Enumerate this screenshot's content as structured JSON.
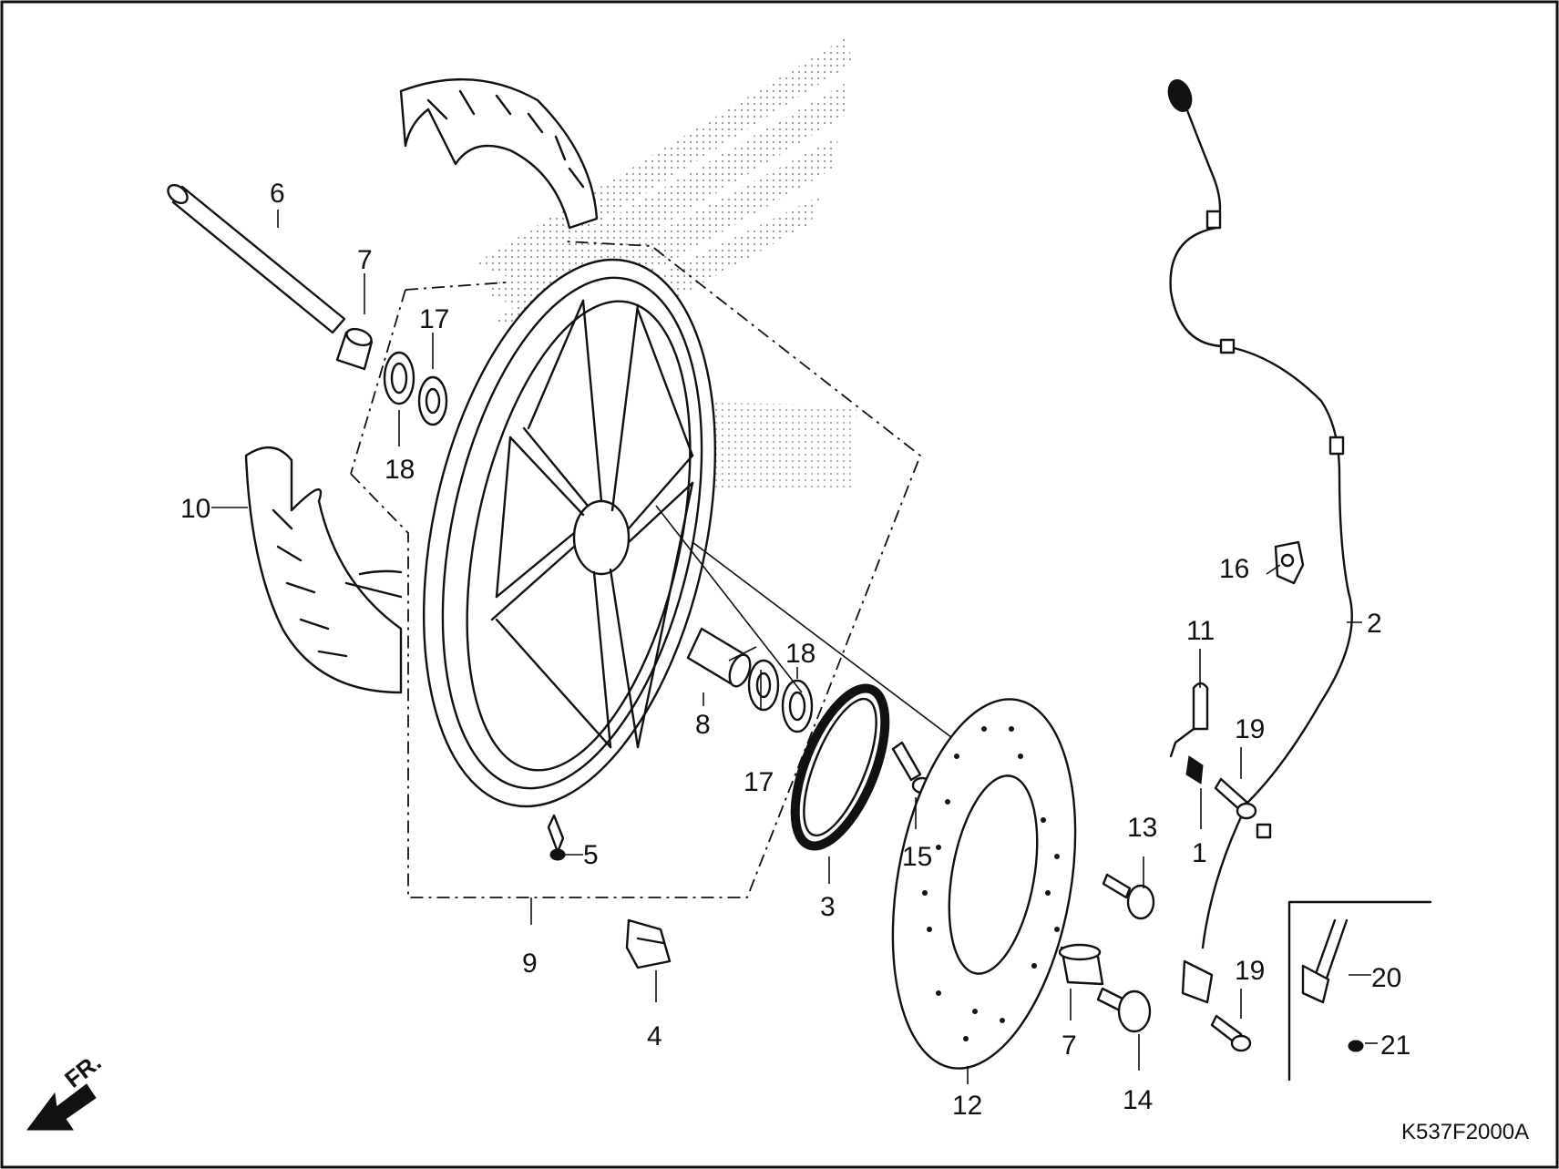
{
  "diagram": {
    "callouts": {
      "p1": "1",
      "p2": "2",
      "p3": "3",
      "p4": "4",
      "p5": "5",
      "p6": "6",
      "p7a": "7",
      "p7b": "7",
      "p8": "8",
      "p9": "9",
      "p10": "10",
      "p11": "11",
      "p12": "12",
      "p13": "13",
      "p14": "14",
      "p15": "15",
      "p16": "16",
      "p17a": "17",
      "p17b": "17",
      "p18a": "18",
      "p18b": "18",
      "p19a": "19",
      "p19b": "19",
      "p20": "20",
      "p21": "21"
    },
    "figure_code": "K537F2000A",
    "direction_label": "FR."
  }
}
